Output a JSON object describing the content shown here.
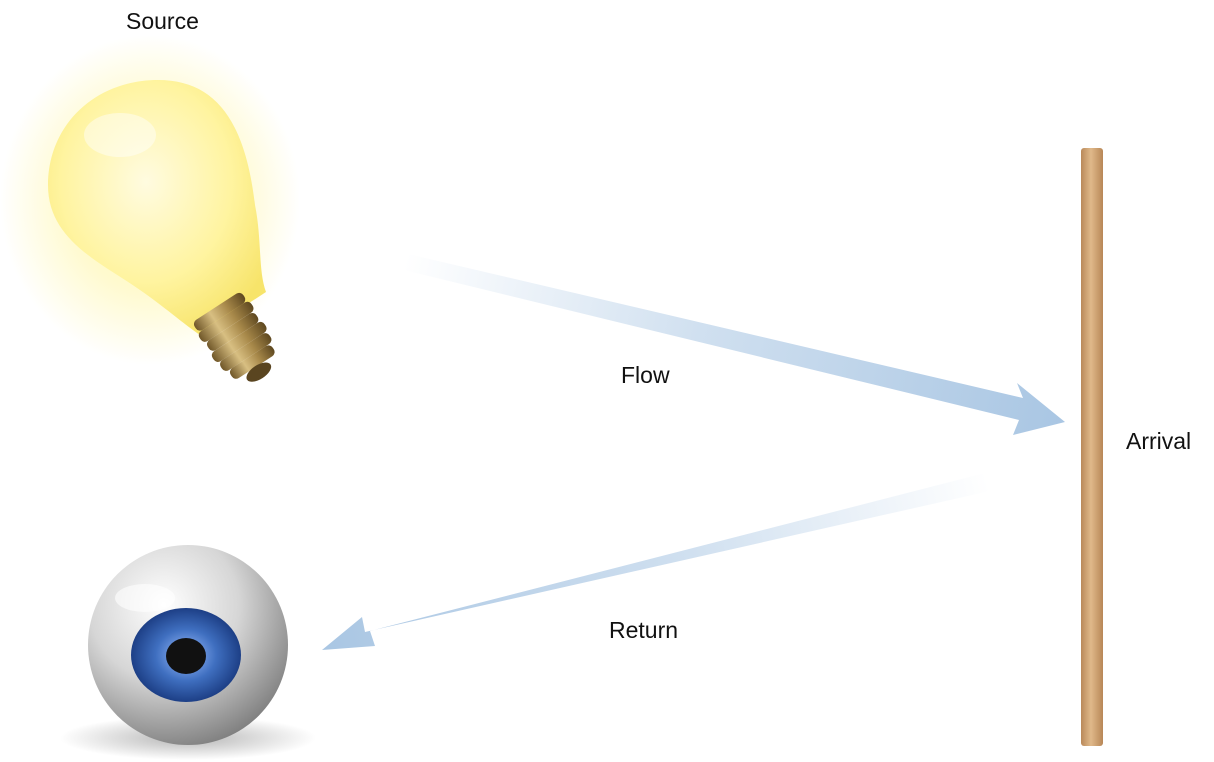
{
  "labels": {
    "source": "Source",
    "flow": "Flow",
    "arrival": "Arrival",
    "return": "Return"
  },
  "icons": {
    "source": "light-bulb-icon",
    "viewer": "eye-icon"
  },
  "colors": {
    "bulb_glow": "#fff6a8",
    "bulb_glass": "#fff4a0",
    "bulb_base": "#a8894a",
    "arrow": "#a9c6e3",
    "surface": "#cfa272",
    "eye_white": "#d4d4d4",
    "iris": "#3f6fc0",
    "pupil": "#111111"
  }
}
